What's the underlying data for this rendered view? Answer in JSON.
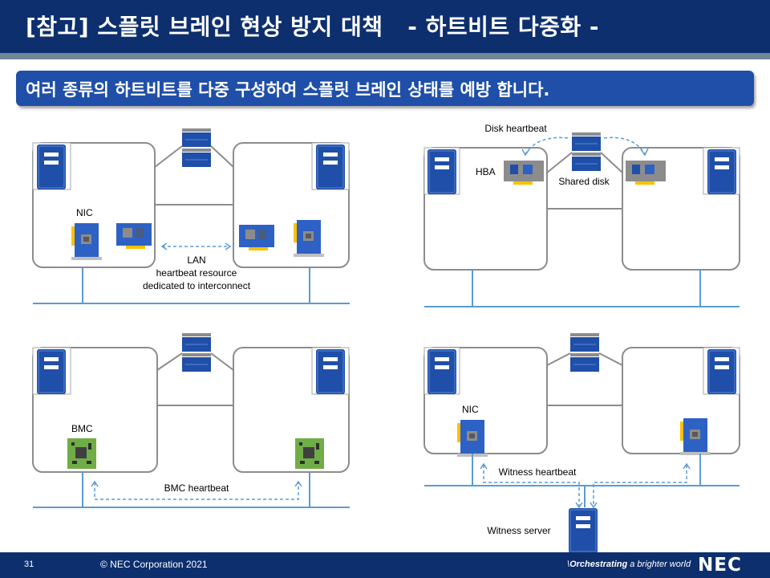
{
  "title": "[참고] 스플릿 브레인 현상 방지 대책   - 하트비트 다중화 -",
  "banner": "여러 종류의 하트비트를 다중 구성하여 스플릿 브레인 상태를 예방 합니다.",
  "diagrams": {
    "lan": {
      "nic_label": "NIC",
      "lan_label": "LAN",
      "resource_line1": "heartbeat resource",
      "resource_line2": "dedicated to interconnect"
    },
    "disk": {
      "heartbeat_label": "Disk heartbeat",
      "hba_label": "HBA",
      "shared_label": "Shared disk"
    },
    "bmc": {
      "bmc_label": "BMC",
      "heartbeat_label": "BMC heartbeat"
    },
    "witness": {
      "nic_label": "NIC",
      "heartbeat_label": "Witness heartbeat",
      "server_label": "Witness server"
    }
  },
  "footer": {
    "page": "31",
    "copyright": "© NEC Corporation 2021",
    "tagline_bold": "Orchestrating",
    "tagline_rest": " a brighter world",
    "logo": "NEC"
  },
  "colors": {
    "title_bg": "#0d2f6e",
    "banner_bg": "#1f4fa8",
    "server_blue": "#1f4fa8",
    "line_blue": "#5b9bd5",
    "board_green": "#70ad47"
  }
}
